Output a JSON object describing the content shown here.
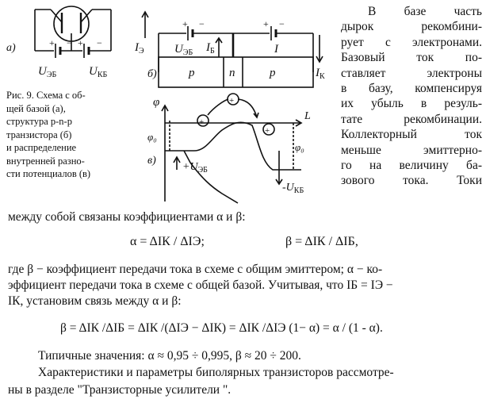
{
  "figure": {
    "label_a": "а)",
    "label_b": "б)",
    "label_v": "в)",
    "u_eb": "U",
    "u_eb_sub": "ЭБ",
    "u_kb": "U",
    "u_kb_sub": "КБ",
    "i_e": "I",
    "i_e_sub": "Э",
    "i_b": "I",
    "i_b_sub": "Б",
    "i_k": "I",
    "i_k_sub": "К",
    "region_p1": "p",
    "region_n": "n",
    "region_p2": "p",
    "phi": "φ",
    "phi0_left": "φ₀",
    "phi0_right": "φ₀",
    "axis_l": "L",
    "plus_ueb": "+U",
    "plus_ueb_sub": "ЭБ",
    "minus_ukb": "-U",
    "minus_ukb_sub": "КБ",
    "caption_lines": [
      "Рис. 9. Схема с об-",
      "щей базой (а),",
      "структура p-n-p",
      "транзистора (б)",
      "и распределение",
      "внутренней разно-",
      "сти потенциалов (в)"
    ]
  },
  "side_text_lines": [
    "В базе часть",
    "дырок рекомбини-",
    "рует с электронами.",
    "Базовый ток по-",
    "ставляет электроны",
    "в базу, компенсируя",
    "их убыль в резуль-",
    "тате рекомбинации.",
    "Коллекторный ток",
    "меньше эмиттерно-",
    "го на величину ба-",
    "зового тока. Токи"
  ],
  "line1": "между собой связаны коэффициентами α и β:",
  "eq1_alpha": "α = ΔIК / ΔIЭ;",
  "eq1_beta": "β = ΔIК / ΔIБ,",
  "line2": "где β − коэффициент передачи тока в схеме с общим эмиттером; α − ко-",
  "line3": "эффициент передачи тока в схеме с общей базой. Учитывая, что IБ = IЭ −",
  "line4": "IК, установим связь между α и β:",
  "eq2": "β = ΔIК /ΔIБ = ΔIК /(ΔIЭ − ΔIК) = ΔIК /ΔIЭ (1− α) = α / (1 - α).",
  "line5": "Типичные значения: α ≈ 0,95 ÷ 0,995, β ≈ 20 ÷ 200.",
  "line6": "Характеристики и параметры биполярных транзисторов рассмотре-",
  "line7": "ны в разделе \"Транзисторные усилители \"."
}
